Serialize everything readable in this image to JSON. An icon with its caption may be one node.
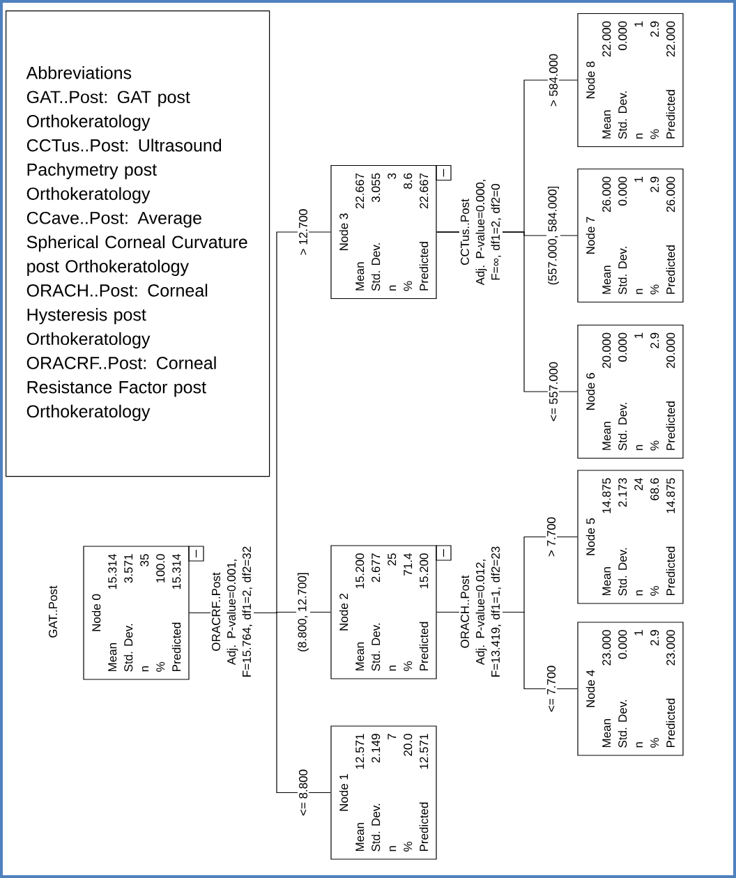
{
  "diagram": {
    "nodes": [
      {
        "text": [
          "Abbreviations",
          "GAT..Post: GAT post Orthokeratology",
          "CCTus..Post: Ultrasound Pachymetry post Orthokeratology",
          "CCave..Post: Average Spherical Corneal Curvature post Orthokeratology",
          "ORACH..Post: Corneal Hysteresis post Orthokeratology",
          "ORACRF..Post: Corneal Resistance Factor post Orthokeratology"
        ]
      },
      {
        "text": [
          "Node 0",
          "Mean",
          "15.314",
          "Std. Dev.",
          "3.571",
          "n",
          "35",
          "%",
          "100.0",
          "Predicted",
          "15.314"
        ],
        "beside": [
          "ORACRF..Post",
          "Adj. P-value=0.001, F=15.764, df1=2, df2=32"
        ]
      },
      {
        "text": [
          "Node 1",
          "Mean",
          "12.571",
          "Std. Dev.",
          "2.149",
          "n",
          "7",
          "%",
          "20.0",
          "Predicted",
          "12.571"
        ]
      },
      {
        "text": [
          "Node 2",
          "Mean",
          "15.200",
          "Std. Dev.",
          "2.677",
          "n",
          "25",
          "%",
          "71.4",
          "Predicted",
          "15.200"
        ],
        "beside": [
          "ORACH..Post",
          "Adj. P-value=0.012, F=13.419, df1=1, df2=23"
        ]
      },
      {
        "text": [
          "Node 3",
          "Mean",
          "22.667",
          "Std. Dev.",
          "3.055",
          "n",
          "3",
          "%",
          "8.6",
          "Predicted",
          "22.667"
        ],
        "beside": [
          "CCTus..Post",
          "Adj. P-value=0.000, F=∞, df1=2, df2=0"
        ]
      },
      {
        "text": [
          "Node 4",
          "Mean",
          "23.000",
          "Std. Dev.",
          "0.000",
          "n",
          "1",
          "%",
          "2.9",
          "Predicted",
          "23.000"
        ]
      },
      {
        "text": [
          "Node 5",
          "Mean",
          "14.875",
          "Std. Dev.",
          "2.173",
          "n",
          "24",
          "%",
          "68.6",
          "Predicted",
          "14.875"
        ]
      },
      {
        "text": [
          "Node 6",
          "Mean",
          "20.000",
          "Std. Dev.",
          "0.000",
          "n",
          "1",
          "%",
          "2.9",
          "Predicted",
          "20.000"
        ]
      },
      {
        "text": [
          "Node 7",
          "Mean",
          "26.000",
          "Std. Dev.",
          "0.000",
          "n",
          "1",
          "%",
          "2.9",
          "Predicted",
          "26.000"
        ]
      },
      {
        "text": [
          "Node 8",
          "Mean",
          "22.000",
          "Std. Dev.",
          "0.000",
          "n",
          "1",
          "%",
          "2.9",
          "Predicted",
          "22.000"
        ]
      }
    ],
    "edges": [
      {
        "from": 1,
        "to": 2,
        "arrow": "none",
        "label": "<= 8.800"
      },
      {
        "from": 1,
        "to": 3,
        "arrow": "none",
        "label": "(8.800, 12.700]"
      },
      {
        "from": 1,
        "to": 4,
        "arrow": "none",
        "label": "> 12.700"
      },
      {
        "from": 3,
        "to": 5,
        "arrow": "none",
        "label": "<= 7.700"
      },
      {
        "from": 3,
        "to": 6,
        "arrow": "none",
        "label": "> 7.700"
      },
      {
        "from": 4,
        "to": 7,
        "arrow": "none",
        "label": "<= 557.000"
      },
      {
        "from": 4,
        "to": 8,
        "arrow": "none",
        "label": "(557.000, 584.000]"
      },
      {
        "from": 4,
        "to": 9,
        "arrow": "none",
        "label": "> 584.000"
      }
    ],
    "labels": [
      "GAT..Post"
    ]
  }
}
